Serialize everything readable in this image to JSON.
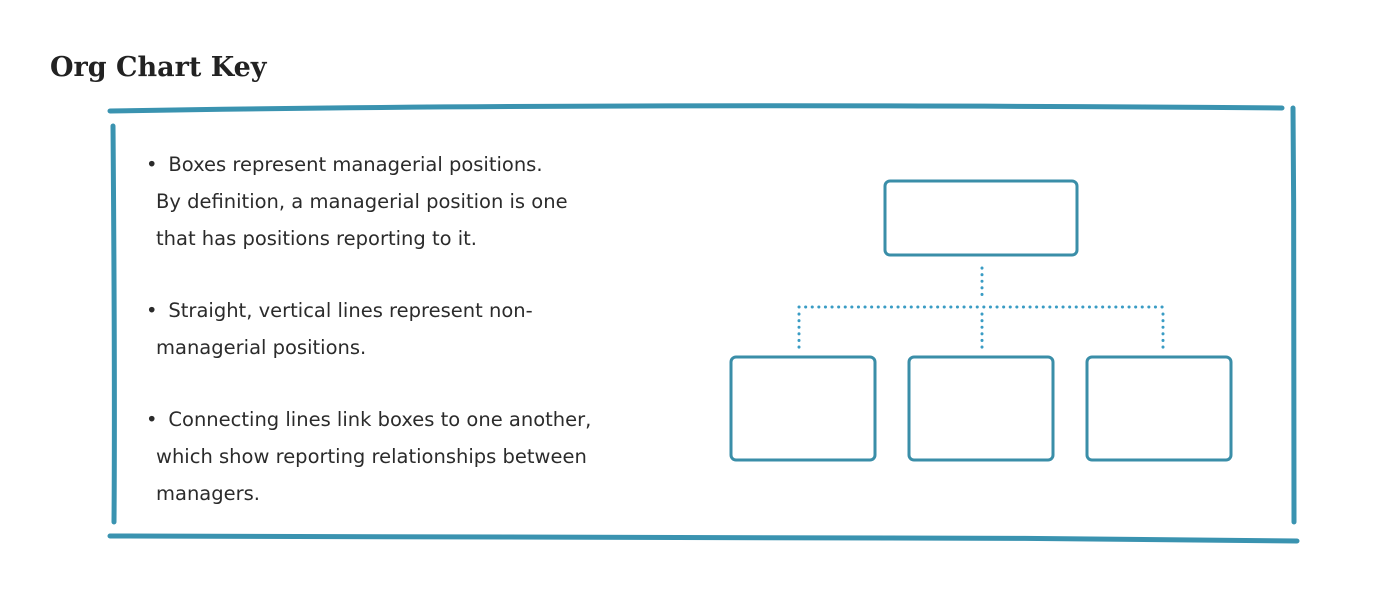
{
  "page": {
    "title": "Org Chart Key"
  },
  "key": {
    "items": [
      {
        "lead": "Boxes represent managerial positions.",
        "continuation": [
          "By definition, a managerial position is one",
          "that has positions reporting to it."
        ]
      },
      {
        "lead": "Straight, vertical lines represent non-",
        "continuation": [
          "managerial positions."
        ]
      },
      {
        "lead": "Connecting lines link boxes to one another,",
        "continuation": [
          "which show reporting relationships between",
          "managers."
        ]
      }
    ]
  },
  "colors": {
    "frame": "#3a93b0",
    "box_stroke": "#3a8ea8",
    "connector": "#3a9cc4",
    "text": "#2b2b2b"
  },
  "diagram": {
    "levels": [
      {
        "level": "manager",
        "count": 1
      },
      {
        "level": "reports",
        "count": 3
      }
    ],
    "connector_style": "dotted"
  }
}
